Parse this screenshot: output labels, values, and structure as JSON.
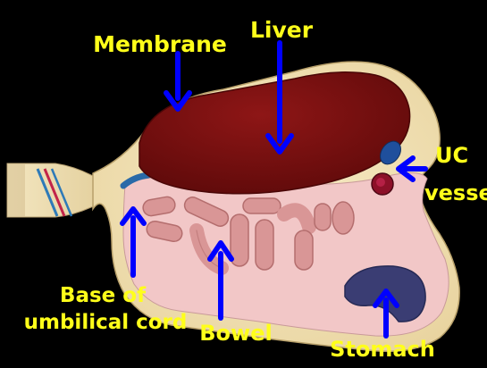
{
  "labels": {
    "membrane": "Membrane",
    "liver": "Liver",
    "uc_line1": "UC",
    "uc_line2": "vessels",
    "base_line1": "Base of",
    "base_line2": "umbilical cord",
    "bowel": "Bowel",
    "stomach": "Stomach"
  },
  "colors": {
    "background": "#000000",
    "label_text": "#ffff1a",
    "arrow": "#0000ff",
    "membrane_sac": "#efdfb4",
    "abdominal_wall": "#f2c7c7",
    "liver": "#7a1010",
    "bowel": "#d99696",
    "stomach": "#3a3d73",
    "uc_vein": "#1f4f9c",
    "uc_artery": "#8c1028"
  }
}
